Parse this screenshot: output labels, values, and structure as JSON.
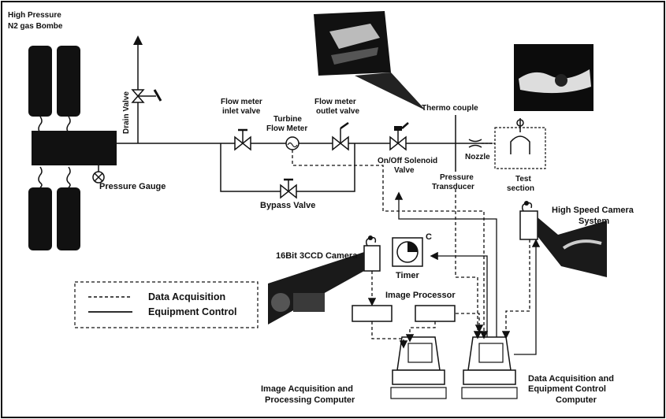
{
  "labels": {
    "gas_bombe_line1": "High Pressure",
    "gas_bombe_line2": "N2 gas Bombe",
    "drain_valve": "Drain Valve",
    "pressure_gauge": "Pressure Gauge",
    "flow_meter_inlet_line1": "Flow meter",
    "flow_meter_inlet_line2": "inlet valve",
    "turbine_line1": "Turbine",
    "turbine_line2": "Flow Meter",
    "flow_meter_outlet_line1": "Flow meter",
    "flow_meter_outlet_line2": "outlet valve",
    "bypass_valve": "Bypass Valve",
    "solenoid_line1": "On/Off Solenoid",
    "solenoid_line2": "Valve",
    "thermo_couple": "Thermo couple",
    "pressure_transducer_line1": "Pressure",
    "pressure_transducer_line2": "Transducer",
    "nozzle": "Nozzle",
    "test_section_line1": "Test",
    "test_section_line2": "section",
    "high_speed_camera_line1": "High Speed Camera",
    "high_speed_camera_line2": "System",
    "ccd_camera": "16Bit 3CCD Camera",
    "timer": "Timer",
    "timer_c": "C",
    "image_processor": "Image Processor",
    "legend_data": "Data Acquisition",
    "legend_control": "Equipment Control",
    "image_computer_line1": "Image Acquisition and",
    "image_computer_line2": "Processing Computer",
    "data_computer_line1": "Data Acquisition and",
    "data_computer_line2": "Equipment Control",
    "data_computer_line3": "Computer"
  }
}
